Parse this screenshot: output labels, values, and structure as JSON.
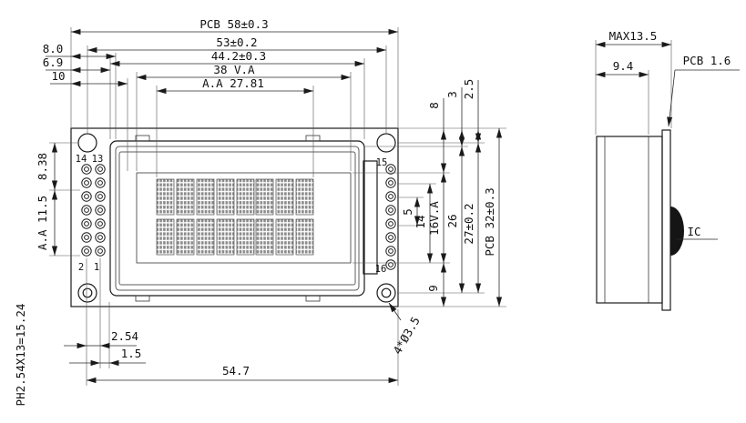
{
  "front": {
    "top": {
      "pcb_w": "PCB 58±0.3",
      "hole_w": "53±0.2",
      "bezel_w": "44.2±0.3",
      "va_w": "38 V.A",
      "aa_w": "A.A 27.81"
    },
    "left": {
      "d80": "8.0",
      "d69": "6.9",
      "d10": "10",
      "d838": "8.38",
      "aa_h": "A.A 11.5",
      "pitch_note": "PH2.54X13=15.24"
    },
    "right": {
      "d3": "3",
      "d25": "2.5",
      "d8": "8",
      "va_h": "16V.A",
      "d9": "9",
      "d5": "5",
      "d14": "14",
      "d26": "26",
      "hole_h": "27±0.2",
      "pcb_h": "PCB 32±0.3"
    },
    "bottom": {
      "pitch": "2.54",
      "d15": "1.5",
      "d547": "54.7",
      "holes": "4*Ø3.5"
    },
    "pins": {
      "p14": "14",
      "p13": "13",
      "p2": "2",
      "p1": "1",
      "p15": "15",
      "p16": "16"
    }
  },
  "side": {
    "max_t": "MAX13.5",
    "d94": "9.4",
    "pcb_t": "PCB 1.6",
    "ic": "IC"
  }
}
